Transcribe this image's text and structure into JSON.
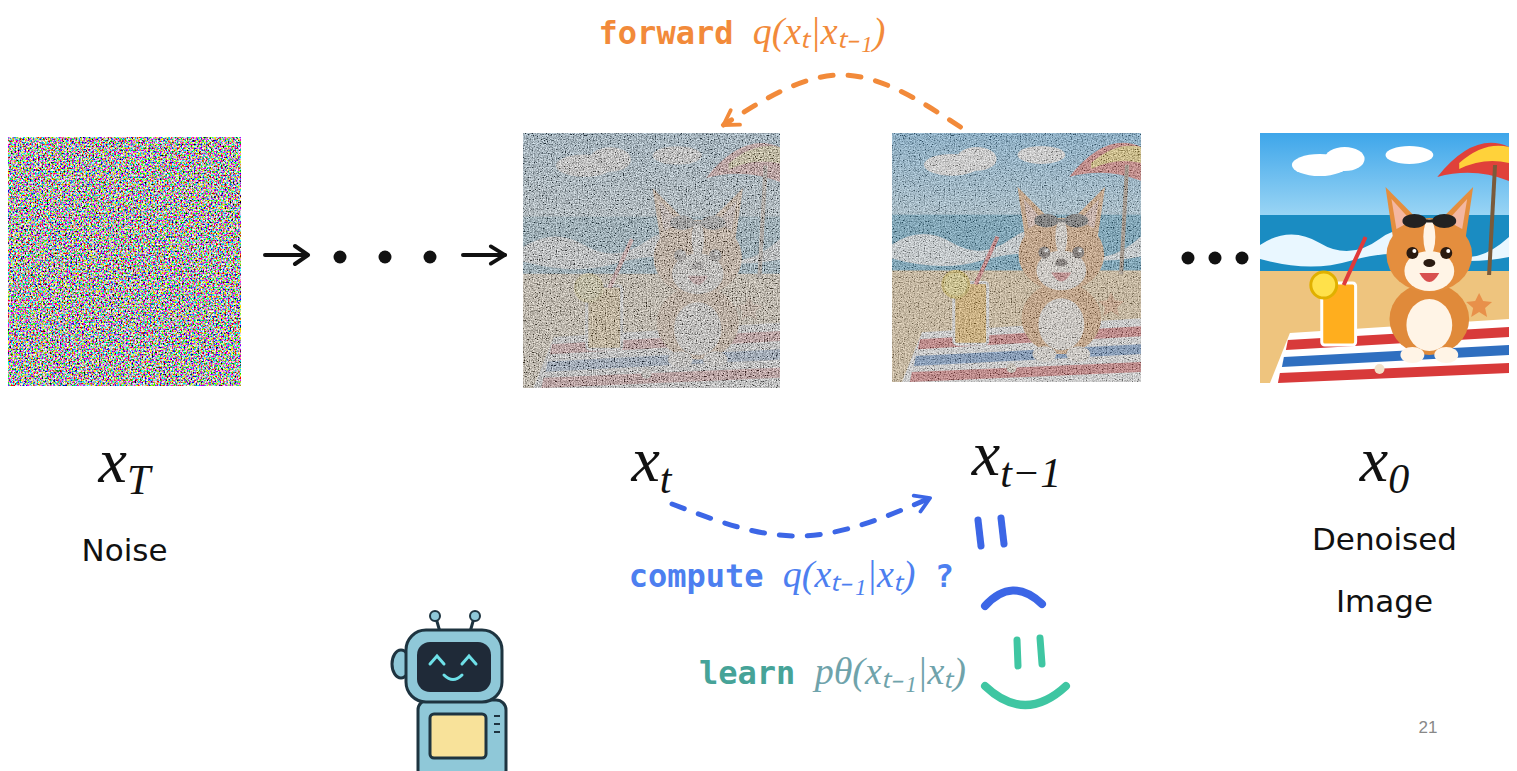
{
  "diagram": {
    "nodes": [
      {
        "text": [
          "xT",
          "Noise"
        ]
      },
      {
        "text": [
          "xt"
        ]
      },
      {
        "text": [
          "xt−1"
        ]
      },
      {
        "text": [
          "x0",
          "Denoised Image"
        ]
      }
    ],
    "edges": [
      {
        "from": 0,
        "to": 1,
        "arrow": "to"
      },
      {
        "from": 2,
        "to": 1,
        "label": "forward q(xₜ|xₜ₋₁)",
        "arrow": "to"
      },
      {
        "from": 1,
        "to": 2,
        "label": "compute q(xₜ₋₁|xₜ) ?",
        "arrow": "to"
      }
    ],
    "labels": [
      "learn pθ(xₜ₋₁|xₜ)",
      "21"
    ]
  }
}
